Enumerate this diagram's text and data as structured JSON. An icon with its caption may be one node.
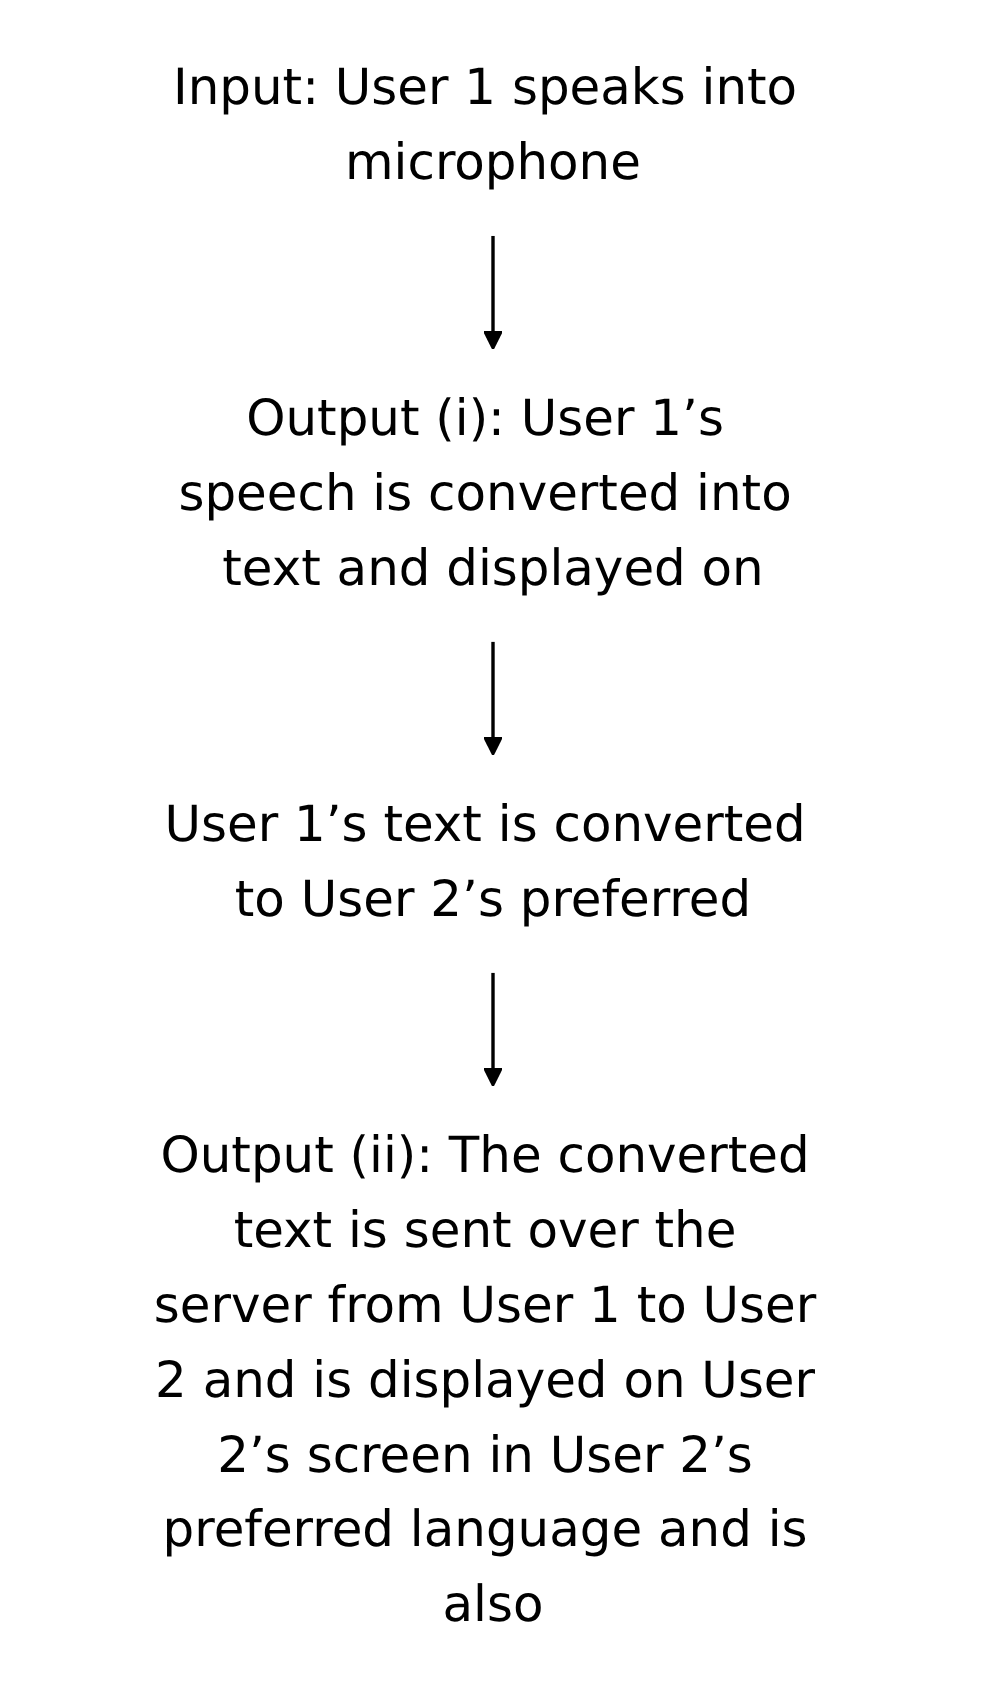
{
  "diagram": {
    "nodes": [
      {
        "text": [
          "Input: User 1 speaks into microphone"
        ]
      },
      {
        "text": [
          "Output (i): User 1’s speech is converted into text and displayed on"
        ]
      },
      {
        "text": [
          "User 1’s text is converted to User 2’s preferred"
        ]
      },
      {
        "text": [
          "Output (ii): The converted text is sent over the server from User 1 to User 2 and is displayed on User 2’s screen in User 2’s preferred language and is also"
        ]
      }
    ],
    "edges": [
      {
        "from": 0,
        "to": 1,
        "arrow": "to"
      },
      {
        "from": 1,
        "to": 2,
        "arrow": "to"
      },
      {
        "from": 2,
        "to": 3,
        "arrow": "to"
      }
    ]
  }
}
